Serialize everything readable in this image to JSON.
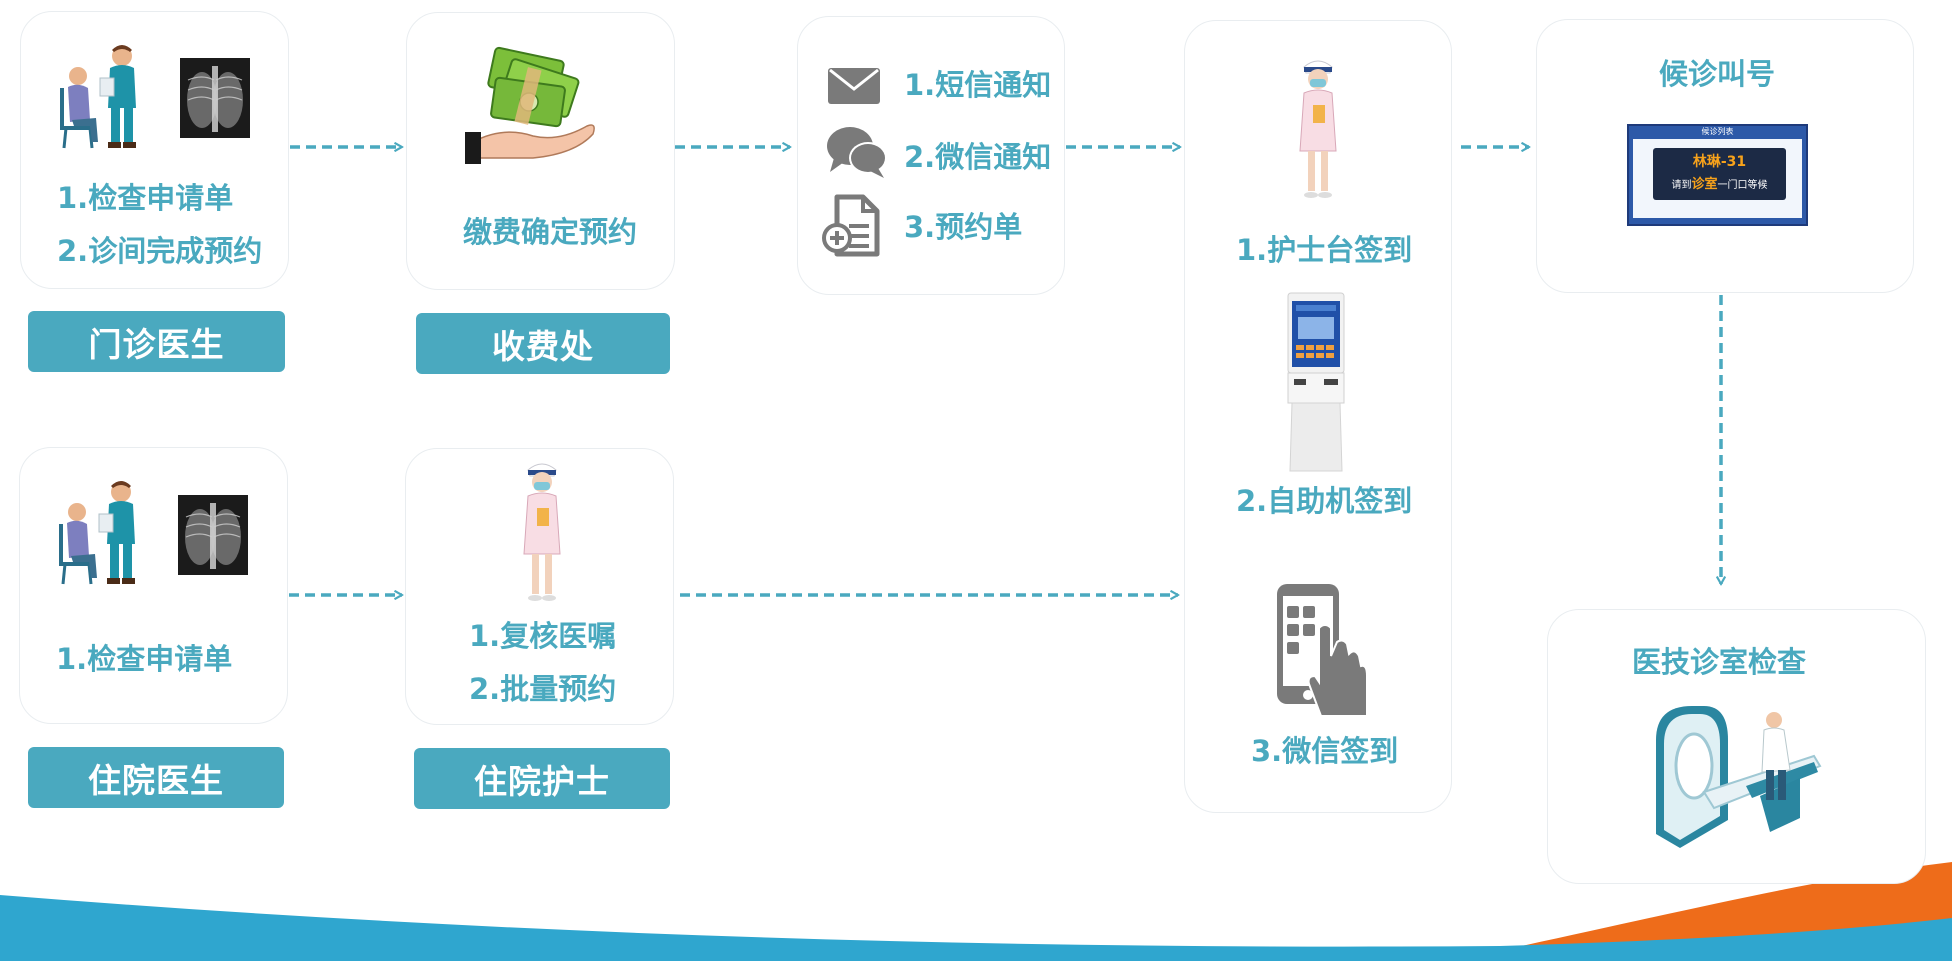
{
  "colors": {
    "accent": "#4aa9bf",
    "icon_gray": "#7a7a7a",
    "wave_blue": "#2fa6cf",
    "wave_orange": "#ee6c1a"
  },
  "outpatient": {
    "items": [
      "1.检查申请单",
      "2.诊间完成预约"
    ],
    "role": "门诊医生"
  },
  "cashier": {
    "label": "缴费确定预约",
    "role": "收费处"
  },
  "notify": {
    "items": [
      "1.短信通知",
      "2.微信通知",
      "3.预约单"
    ],
    "icons": [
      "envelope-icon",
      "chat-bubbles-icon",
      "document-add-icon"
    ]
  },
  "checkin": {
    "items": [
      "1.护士台签到",
      "2.自助机签到",
      "3.微信签到"
    ]
  },
  "waiting": {
    "title": "候诊叫号",
    "screen": {
      "header": "候诊列表",
      "patient": "林琳-31",
      "call_prefix": "请到",
      "call_room": "诊室",
      "call_suffix": "一门口等候"
    }
  },
  "exam": {
    "title": "医技诊室检查"
  },
  "inpatient": {
    "items": [
      "1.检查申请单"
    ],
    "role": "住院医生"
  },
  "nurse": {
    "items": [
      "1.复核医嘱",
      "2.批量预约"
    ],
    "role": "住院护士"
  }
}
